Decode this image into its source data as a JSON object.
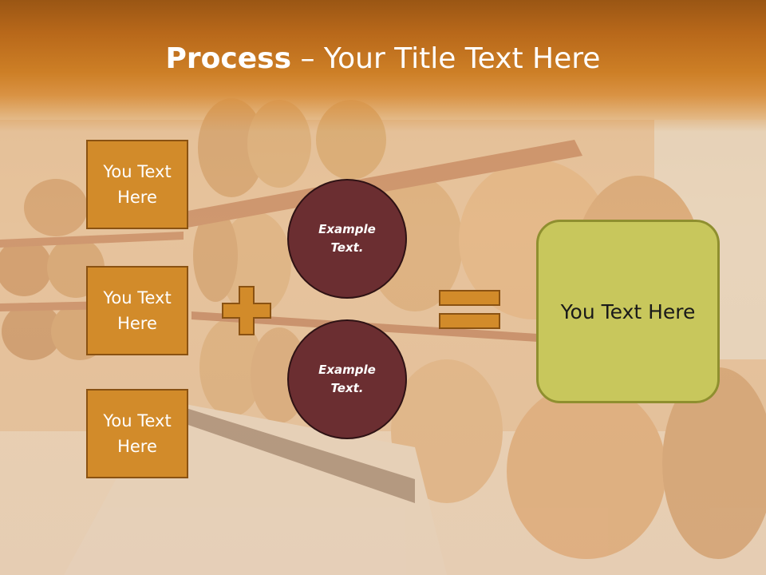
{
  "slide": {
    "title_bold": "Process",
    "title_rest": " – Your Title Text Here"
  },
  "left_boxes": [
    {
      "label": "You Text Here"
    },
    {
      "label": "You Text Here"
    },
    {
      "label": "You Text Here"
    }
  ],
  "circles": [
    {
      "label": "Example Text."
    },
    {
      "label": "Example Text."
    }
  ],
  "operators": {
    "plus": "plus-icon",
    "equals": "equals-icon"
  },
  "result_box": {
    "label": "You Text Here"
  },
  "colors": {
    "header": "#cd7f26",
    "box_fill": "#d28b2a",
    "box_border": "#8a5212",
    "circle_fill": "#6b2e31",
    "result_fill": "#c8c75c",
    "result_border": "#8f8f2f"
  }
}
